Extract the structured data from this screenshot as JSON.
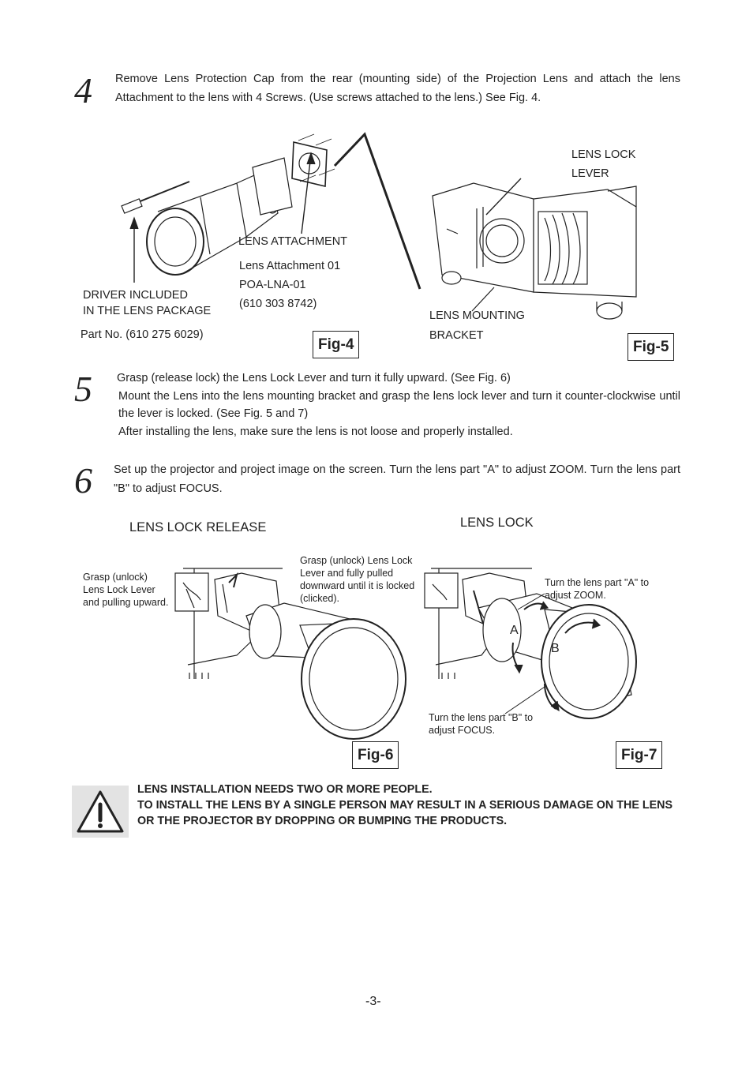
{
  "step4": {
    "number": "4",
    "text": "Remove Lens Protection Cap from the rear (mounting side) of the Projection Lens and attach the lens Attachment to the lens with 4 Screws. (Use screws attached to the lens.) See Fig. 4."
  },
  "fig4": {
    "driver_label_line1": "DRIVER INCLUDED",
    "driver_label_line2": "IN THE LENS PACKAGE",
    "driver_part": "Part No. (610 275 6029)",
    "attachment_label": "LENS ATTACHMENT",
    "attachment_name": "Lens Attachment 01",
    "attachment_model": "POA-LNA-01",
    "attachment_part": "(610 303 8742)",
    "label": "Fig-4"
  },
  "fig5": {
    "lock_lever_line1": "LENS LOCK",
    "lock_lever_line2": "LEVER",
    "bracket_line1": "LENS MOUNTING",
    "bracket_line2": "BRACKET",
    "label": "Fig-5"
  },
  "step5": {
    "number": "5",
    "line1": "Grasp (release lock) the Lens Lock Lever and turn it fully upward. (See Fig. 6)",
    "line2": "Mount the Lens into the lens mounting bracket and grasp the lens lock lever and turn it counter-clockwise until the lever is locked. (See Fig. 5 and 7)",
    "line3": "After installing the lens, make sure the lens is not loose and properly installed."
  },
  "step6": {
    "number": "6",
    "text": "Set up the projector and project image on the screen. Turn the lens part \"A\" to adjust ZOOM. Turn the lens part \"B\" to adjust FOCUS."
  },
  "fig6": {
    "heading": "LENS LOCK RELEASE",
    "note_left": "Grasp (unlock) Lens Lock Lever and pulling upward.",
    "note_right": "Grasp (unlock) Lens Lock Lever and fully pulled downward until it is locked (clicked).",
    "label": "Fig-6"
  },
  "fig7": {
    "heading": "LENS LOCK",
    "zoom_note": "Turn the lens part \"A\" to adjust ZOOM.",
    "focus_note": "Turn the lens part \"B\" to adjust FOCUS.",
    "part_a": "A",
    "part_b": "B",
    "label": "Fig-7"
  },
  "warning": {
    "icon": "warning-triangle-icon",
    "line1": "LENS INSTALLATION NEEDS TWO OR MORE PEOPLE.",
    "line2": "TO INSTALL THE LENS BY A SINGLE PERSON MAY RESULT IN A SERIOUS DAMAGE ON THE LENS OR THE PROJECTOR BY DROPPING OR BUMPING THE PRODUCTS."
  },
  "page_number": "-3-"
}
